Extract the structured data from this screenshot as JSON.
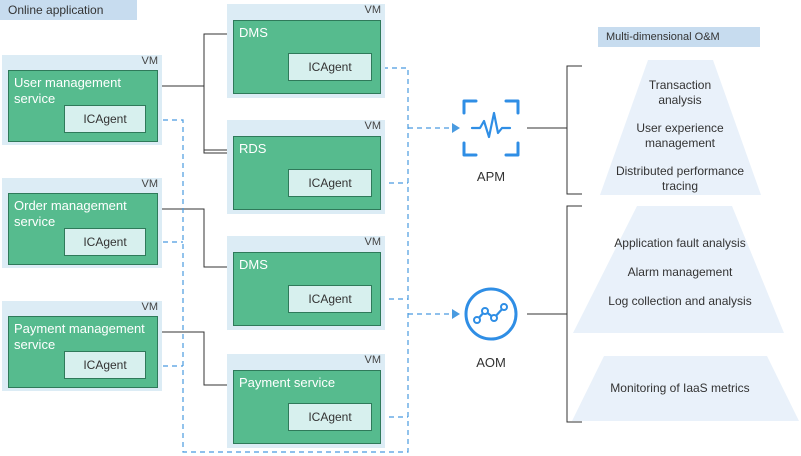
{
  "diagram": {
    "online_title": "Online application",
    "om_title": "Multi-dimensional O&M",
    "vm_label": "VM",
    "agent_label": "ICAgent",
    "left_services": [
      {
        "name": "User management service"
      },
      {
        "name": "Order management service"
      },
      {
        "name": "Payment management service"
      }
    ],
    "right_services": [
      {
        "name": "DMS"
      },
      {
        "name": "RDS"
      },
      {
        "name": "DMS"
      },
      {
        "name": "Payment service"
      }
    ],
    "apm": {
      "label": "APM",
      "features": [
        "Transaction analysis",
        "User experience management",
        "Distributed performance tracing"
      ]
    },
    "aom": {
      "label": "AOM",
      "features": [
        "Application fault analysis",
        "Alarm management",
        "Log collection and analysis"
      ],
      "extra_feature": "Monitoring of IaaS metrics"
    },
    "colors": {
      "service_fill": "#56bb8e",
      "agent_fill": "#d7f0ee",
      "vm_panel": "#dcecf5",
      "dashed_line": "#4a9be0",
      "hub_blue": "#2f8ee5",
      "trapezoid": "#e9f1fa"
    },
    "icons": {
      "apm": "pulse-monitor-icon",
      "aom": "line-chart-circle-icon"
    }
  }
}
